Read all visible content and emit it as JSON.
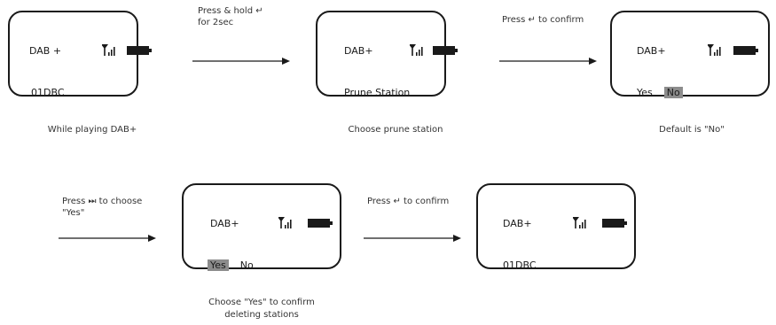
{
  "steps": [
    {
      "screen": {
        "title": "DAB +",
        "line": "01DBC"
      },
      "caption": "While playing DAB+"
    },
    {
      "instruction": [
        "Press & hold ↵",
        "for 2sec"
      ],
      "screen": {
        "title": "DAB+",
        "line": "Prune Station"
      },
      "caption": "Choose prune station"
    },
    {
      "instruction": [
        "Press ↵ to confirm"
      ],
      "screen": {
        "title": "DAB+",
        "options": [
          {
            "label": "Yes",
            "selected": false
          },
          {
            "label": "No",
            "selected": true
          }
        ]
      },
      "caption": "Default is \"No\""
    },
    {
      "instruction": [
        "Press ⏭ to choose",
        "\"Yes\""
      ],
      "screen": {
        "title": "DAB+",
        "options": [
          {
            "label": "Yes",
            "selected": true
          },
          {
            "label": "No",
            "selected": false
          }
        ]
      },
      "caption": [
        "Choose \"Yes\" to confirm",
        "deleting stations"
      ]
    },
    {
      "instruction": [
        "Press ↵ to confirm"
      ],
      "screen": {
        "title": "DAB+",
        "line": "01DBC"
      }
    }
  ],
  "icons": {
    "signal": "antenna-signal-icon",
    "battery": "battery-full-icon"
  },
  "colors": {
    "stroke": "#1a1a1a",
    "highlight": "#8c8c8c"
  }
}
